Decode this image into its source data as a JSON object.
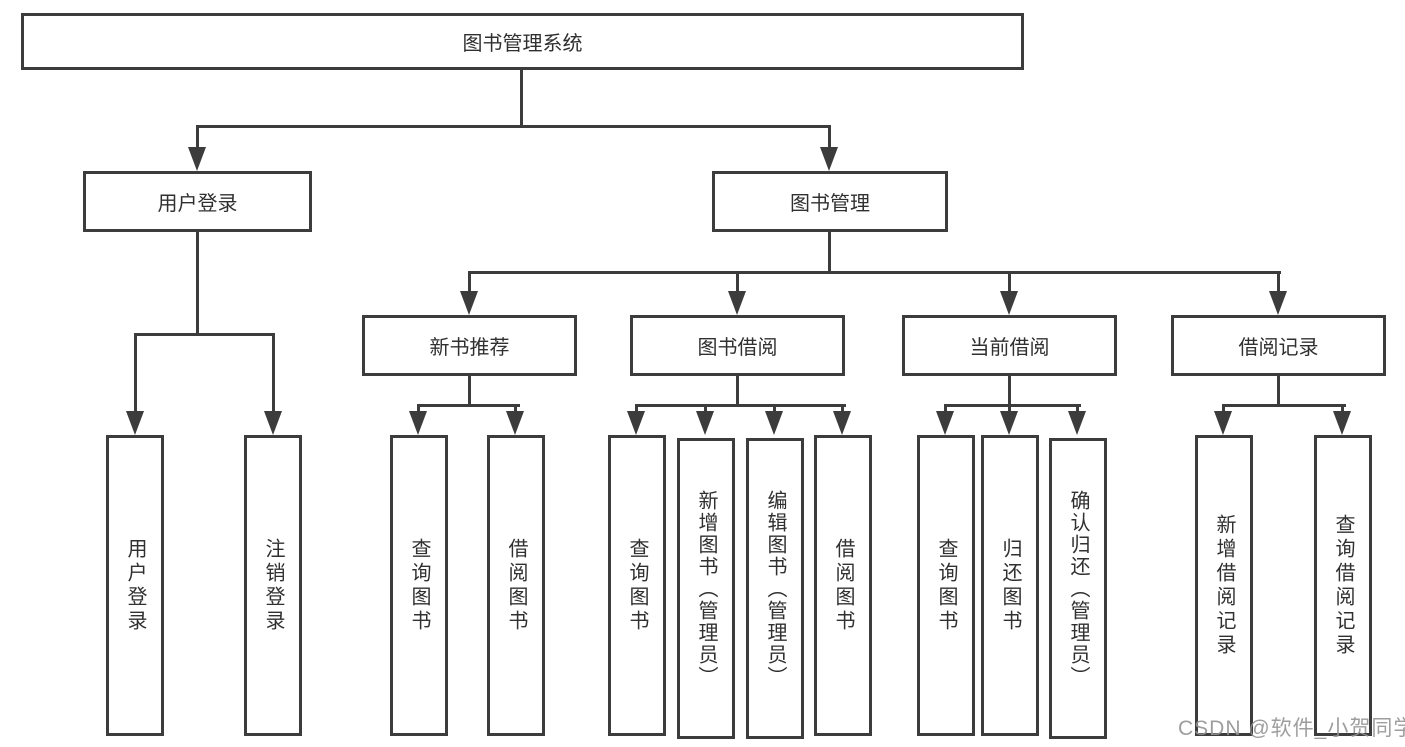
{
  "tree": {
    "label": "图书管理系统",
    "children": [
      {
        "label": "用户登录",
        "children": [
          {
            "label": "用户登录"
          },
          {
            "label": "注销登录"
          }
        ]
      },
      {
        "label": "图书管理",
        "children": [
          {
            "label": "新书推荐",
            "children": [
              {
                "label": "查询图书"
              },
              {
                "label": "借阅图书"
              }
            ]
          },
          {
            "label": "图书借阅",
            "children": [
              {
                "label": "查询图书"
              },
              {
                "label": "新增图书（管理员）"
              },
              {
                "label": "编辑图书（管理员）"
              },
              {
                "label": "借阅图书"
              }
            ]
          },
          {
            "label": "当前借阅",
            "children": [
              {
                "label": "查询图书"
              },
              {
                "label": "归还图书"
              },
              {
                "label": "确认归还（管理员）"
              }
            ]
          },
          {
            "label": "借阅记录",
            "children": [
              {
                "label": "新增借阅记录"
              },
              {
                "label": "查询借阅记录"
              }
            ]
          }
        ]
      }
    ]
  },
  "watermark": {
    "text": "CSDN @软件_小贺同学"
  },
  "colors": {
    "line": "#3c3c3c",
    "text": "#303030",
    "watermark": "#949494",
    "background": "#ffffff"
  }
}
